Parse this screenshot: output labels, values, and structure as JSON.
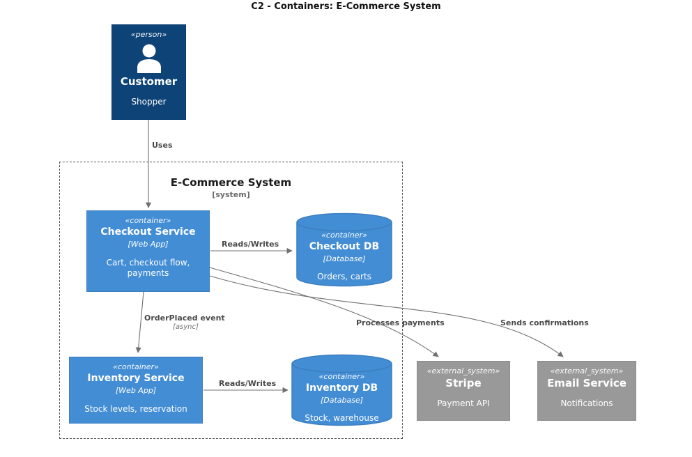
{
  "title": "C2 - Containers: E-Commerce System",
  "colors": {
    "person_bg": "#0d4377",
    "person_border": "#073b6f",
    "container_bg": "#438dd5",
    "container_border": "#3c7fc0",
    "external_bg": "#999999",
    "external_border": "#8a8a8a",
    "arrow": "#707070",
    "edge_label": "#4a4a4a"
  },
  "boundary": {
    "name": "E-Commerce System",
    "type": "[system]"
  },
  "nodes": {
    "customer": {
      "stereotype": "«person»",
      "name": "Customer",
      "description": "Shopper"
    },
    "checkout_service": {
      "stereotype": "«container»",
      "name": "Checkout Service",
      "technology": "[Web App]",
      "description": "Cart, checkout flow, payments"
    },
    "checkout_db": {
      "stereotype": "«container»",
      "name": "Checkout DB",
      "technology": "[Database]",
      "description": "Orders, carts"
    },
    "inventory_service": {
      "stereotype": "«container»",
      "name": "Inventory Service",
      "technology": "[Web App]",
      "description": "Stock levels, reservation"
    },
    "inventory_db": {
      "stereotype": "«container»",
      "name": "Inventory DB",
      "technology": "[Database]",
      "description": "Stock, warehouse"
    },
    "stripe": {
      "stereotype": "«external_system»",
      "name": "Stripe",
      "description": "Payment API"
    },
    "email_service": {
      "stereotype": "«external_system»",
      "name": "Email Service",
      "description": "Notifications"
    }
  },
  "edges": {
    "uses": {
      "label": "Uses"
    },
    "checkout_reads_writes": {
      "label": "Reads/Writes"
    },
    "order_placed": {
      "label": "OrderPlaced event",
      "technology": "[async]"
    },
    "processes_payments": {
      "label": "Processes payments"
    },
    "sends_confirmations": {
      "label": "Sends confirmations"
    },
    "inventory_reads_writes": {
      "label": "Reads/Writes"
    }
  }
}
